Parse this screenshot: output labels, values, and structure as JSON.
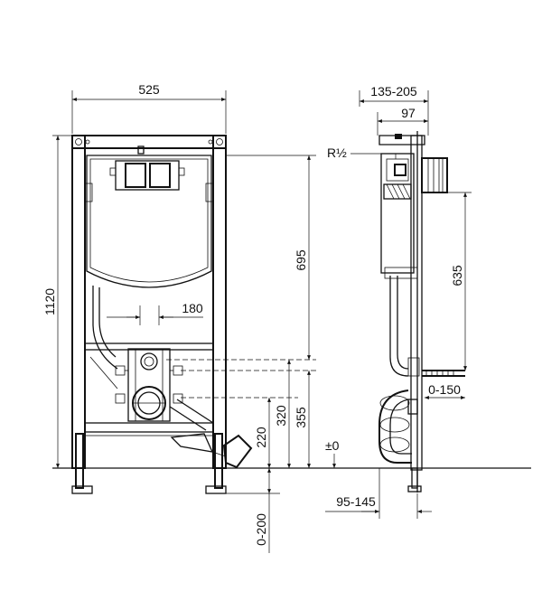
{
  "dimensions": {
    "front_width": "525",
    "front_height": "1120",
    "flush_plate_height": "695",
    "pipe_spacing": "180",
    "drain_height": "355",
    "inlet_height": "320",
    "outlet_height": "220",
    "foot_adjust": "0-200",
    "side_depth": "135-205",
    "side_top": "97",
    "side_connection": "R½",
    "side_flush_height": "635",
    "side_stud_range": "0-150",
    "floor_level": "±0",
    "side_bottom_depth": "95-145"
  }
}
